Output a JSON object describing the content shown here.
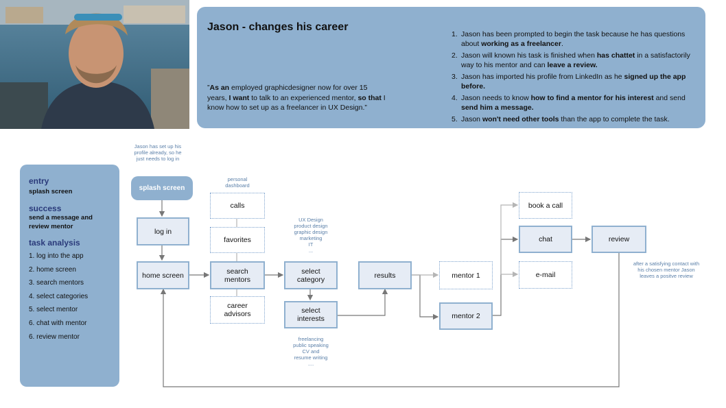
{
  "persona": {
    "title": "Jason - changes his career",
    "quote": {
      "lead": "”",
      "as_an": "As an",
      "part1": " employed graphicdesigner now for over 15 years, ",
      "i_want": "I want",
      "part2": " to talk to an experienced mentor, ",
      "so_that": "so that",
      "part3": " I know how to set up as a freelancer in UX Design.”"
    },
    "tasks": [
      {
        "num": "1.",
        "a": "Jason has been prompted to begin the task because he has questions about ",
        "b": "working as a freelancer",
        "c": "."
      },
      {
        "num": "2.",
        "a": "Jason will known his task is finished when ",
        "b": "has chattet",
        "c": " in a satisfactorily way to his mentor and can ",
        "d": "leave a review."
      },
      {
        "num": "3.",
        "a": "Jason has imported his profile from LinkedIn as he ",
        "b": "signed up the app before."
      },
      {
        "num": "4.",
        "a": "Jason needs to know ",
        "b": "how to find a mentor for his interest",
        "c": " and send ",
        "d": "send him a message."
      },
      {
        "num": "5.",
        "a": "Jason ",
        "b": "won't need other tools",
        "c": " than the app to complete the task."
      }
    ]
  },
  "summary": {
    "entry_heading": "entry",
    "entry_text": "splash screen",
    "success_heading": "success",
    "success_text_1": "send a message and",
    "success_text_2": "review mentor",
    "analysis_heading": "task analysis",
    "analysis_items": [
      "1. log into the app",
      "2. home screen",
      "3. search mentors",
      "4. select categories",
      "5. select mentor",
      "6. chat with mentor",
      "6. review mentor"
    ]
  },
  "flow": {
    "splash_screen": "splash screen",
    "log_in": "log in",
    "home_screen": "home screen",
    "calls": "calls",
    "favorites": "favorites",
    "search_mentors_1": "search",
    "search_mentors_2": "mentors",
    "career_advisors_1": "career",
    "career_advisors_2": "advisors",
    "select_category_1": "select",
    "select_category_2": "category",
    "select_interests_1": "select",
    "select_interests_2": "interests",
    "results": "results",
    "mentor_1": "mentor 1",
    "mentor_2": "mentor 2",
    "book_a_call": "book a call",
    "chat": "chat",
    "email": "e-mail",
    "review": "review"
  },
  "notes": {
    "login_note_1": "Jason has set up his",
    "login_note_2": "profile already, so he",
    "login_note_3": "just needs to log in",
    "dashboard_1": "personal",
    "dashboard_2": "dashboard",
    "categories": [
      "UX Design",
      "product design",
      "graphic design",
      "marketing",
      "IT",
      "..."
    ],
    "interests": [
      "freelancing",
      "public speaking",
      "CV and",
      "resume writing",
      "...."
    ],
    "review_note_1": "after a satisfying contact with",
    "review_note_2": "his chosen mentor Jason",
    "review_note_3": "leaves a positve review"
  },
  "colors": {
    "panel": "#8fb0cf",
    "node_fill": "#e6ecf5",
    "heading_navy": "#2a3a7a",
    "note_blue": "#5a7fa8",
    "arrow": "#777777"
  }
}
